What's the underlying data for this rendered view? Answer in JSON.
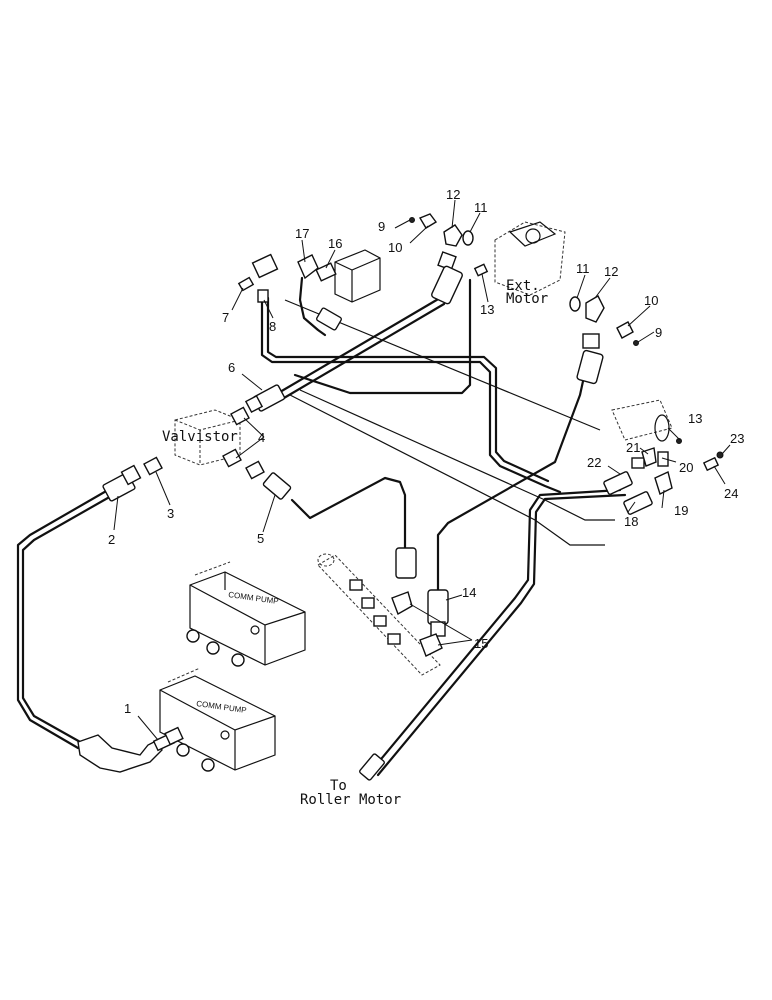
{
  "labels": {
    "valvistor": "Valvistor",
    "ext_motor_line1": "Ext.",
    "ext_motor_line2": "Motor",
    "roller_motor_line1": "To",
    "roller_motor_line2": "Roller Motor",
    "comm_pump_upper": "COMM PUMP",
    "comm_pump_lower": "COMM PUMP"
  },
  "callouts": {
    "c1": "1",
    "c2": "2",
    "c3": "3",
    "c4": "4",
    "c5": "5",
    "c6": "6",
    "c7": "7",
    "c8": "8",
    "c9a": "9",
    "c9b": "9",
    "c10a": "10",
    "c10b": "10",
    "c11a": "11",
    "c11b": "11",
    "c12a": "12",
    "c12b": "12",
    "c13a": "13",
    "c13b": "13",
    "c14": "14",
    "c15": "15",
    "c16": "16",
    "c17": "17",
    "c18": "18",
    "c19": "19",
    "c20": "20",
    "c21": "21",
    "c22": "22",
    "c23": "23",
    "c24": "24"
  }
}
